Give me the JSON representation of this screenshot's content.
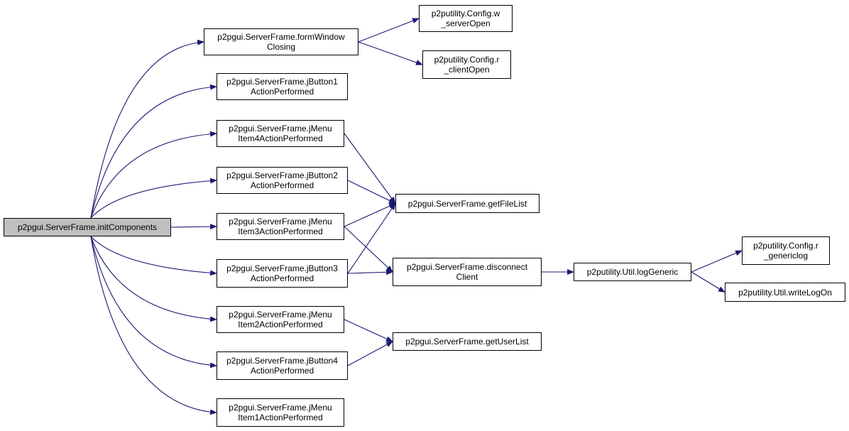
{
  "diagram": {
    "type": "call-graph",
    "colors": {
      "edge": "#191970",
      "node_border": "#000000",
      "root_fill": "#bfbfbf",
      "node_fill": "#ffffff"
    },
    "nodes": [
      {
        "id": "initComponents",
        "label": "p2pgui.ServerFrame.initComponents",
        "root": true
      },
      {
        "id": "formWindowClosing",
        "label": "p2pgui.ServerFrame.formWindow\nClosing"
      },
      {
        "id": "jButton1",
        "label": "p2pgui.ServerFrame.jButton1\nActionPerformed"
      },
      {
        "id": "jMenuItem4",
        "label": "p2pgui.ServerFrame.jMenu\nItem4ActionPerformed"
      },
      {
        "id": "jButton2",
        "label": "p2pgui.ServerFrame.jButton2\nActionPerformed"
      },
      {
        "id": "jMenuItem3",
        "label": "p2pgui.ServerFrame.jMenu\nItem3ActionPerformed"
      },
      {
        "id": "jButton3",
        "label": "p2pgui.ServerFrame.jButton3\nActionPerformed"
      },
      {
        "id": "jMenuItem2",
        "label": "p2pgui.ServerFrame.jMenu\nItem2ActionPerformed"
      },
      {
        "id": "jButton4",
        "label": "p2pgui.ServerFrame.jButton4\nActionPerformed"
      },
      {
        "id": "jMenuItem1",
        "label": "p2pgui.ServerFrame.jMenu\nItem1ActionPerformed"
      },
      {
        "id": "w_serverOpen",
        "label": "p2putility.Config.w\n_serverOpen"
      },
      {
        "id": "r_clientOpen",
        "label": "p2putility.Config.r\n_clientOpen"
      },
      {
        "id": "getFileList",
        "label": "p2pgui.ServerFrame.getFileList"
      },
      {
        "id": "disconnectClient",
        "label": "p2pgui.ServerFrame.disconnect\nClient"
      },
      {
        "id": "getUserList",
        "label": "p2pgui.ServerFrame.getUserList"
      },
      {
        "id": "logGeneric",
        "label": "p2putility.Util.logGeneric"
      },
      {
        "id": "r_genericlog",
        "label": "p2putility.Config.r\n_genericlog"
      },
      {
        "id": "writeLogOn",
        "label": "p2putility.Util.writeLogOn"
      }
    ],
    "edges": [
      [
        "initComponents",
        "formWindowClosing"
      ],
      [
        "initComponents",
        "jButton1"
      ],
      [
        "initComponents",
        "jMenuItem4"
      ],
      [
        "initComponents",
        "jButton2"
      ],
      [
        "initComponents",
        "jMenuItem3"
      ],
      [
        "initComponents",
        "jButton3"
      ],
      [
        "initComponents",
        "jMenuItem2"
      ],
      [
        "initComponents",
        "jButton4"
      ],
      [
        "initComponents",
        "jMenuItem1"
      ],
      [
        "formWindowClosing",
        "w_serverOpen"
      ],
      [
        "formWindowClosing",
        "r_clientOpen"
      ],
      [
        "jMenuItem4",
        "getFileList"
      ],
      [
        "jButton2",
        "getFileList"
      ],
      [
        "jMenuItem3",
        "getFileList"
      ],
      [
        "jMenuItem3",
        "disconnectClient"
      ],
      [
        "jButton3",
        "getFileList"
      ],
      [
        "jButton3",
        "disconnectClient"
      ],
      [
        "jMenuItem2",
        "getUserList"
      ],
      [
        "jButton4",
        "getUserList"
      ],
      [
        "disconnectClient",
        "logGeneric"
      ],
      [
        "logGeneric",
        "r_genericlog"
      ],
      [
        "logGeneric",
        "writeLogOn"
      ]
    ]
  }
}
